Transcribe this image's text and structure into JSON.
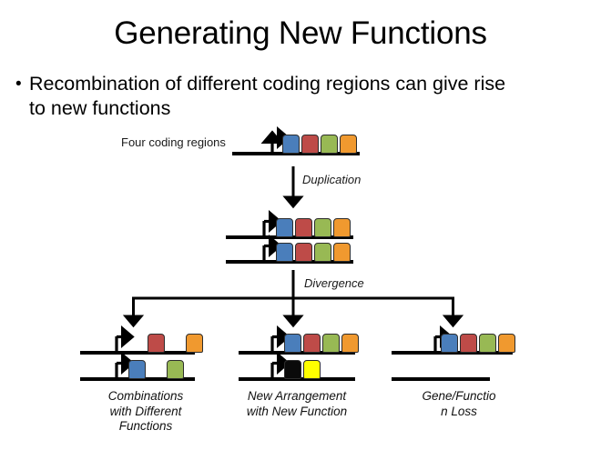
{
  "slide": {
    "title": "Generating New Functions",
    "bullet": {
      "marker": "•",
      "line1": "Recombination of different coding regions can give rise",
      "line2": "to new functions"
    }
  },
  "colors": {
    "blue": "#4a7ebb",
    "red": "#be4b48",
    "green": "#98b954",
    "orange": "#f0992f",
    "black": "#0a0a0a",
    "yellow": "#ffff00",
    "line": "#000000",
    "outline": "#2d2d2d",
    "background": "#ffffff"
  },
  "diagram": {
    "labels": {
      "four_coding_regions": "Four coding regions",
      "duplication": "Duplication",
      "divergence": "Divergence"
    },
    "stages": {
      "original": {
        "name": "Four coding regions",
        "genes": [
          {
            "slots": [
              "blue",
              "red",
              "green",
              "orange"
            ]
          }
        ]
      },
      "duplicated": {
        "name": "Duplication",
        "genes": [
          {
            "slots": [
              "blue",
              "red",
              "green",
              "orange"
            ]
          },
          {
            "slots": [
              "blue",
              "red",
              "green",
              "orange"
            ]
          }
        ]
      },
      "branches": [
        {
          "id": "combinations",
          "caption_lines": [
            "Combinations",
            "with Different",
            "Functions"
          ],
          "genes": [
            {
              "slots": [
                null,
                "red",
                null,
                "orange"
              ]
            },
            {
              "slots": [
                "blue",
                null,
                "green",
                null
              ]
            }
          ]
        },
        {
          "id": "new-arrangement",
          "caption_lines": [
            "New Arrangement",
            "with New Function"
          ],
          "genes": [
            {
              "slots": [
                "blue",
                "red",
                "green",
                "orange"
              ]
            },
            {
              "slots": [
                "black",
                "yellow",
                null,
                null
              ]
            }
          ]
        },
        {
          "id": "gene-loss",
          "caption_lines": [
            "Gene/Functio",
            "n Loss"
          ],
          "genes": [
            {
              "slots": [
                "blue",
                "red",
                "green",
                "orange"
              ]
            },
            {
              "slots": [
                null,
                null,
                null,
                null
              ]
            }
          ]
        }
      ]
    }
  }
}
